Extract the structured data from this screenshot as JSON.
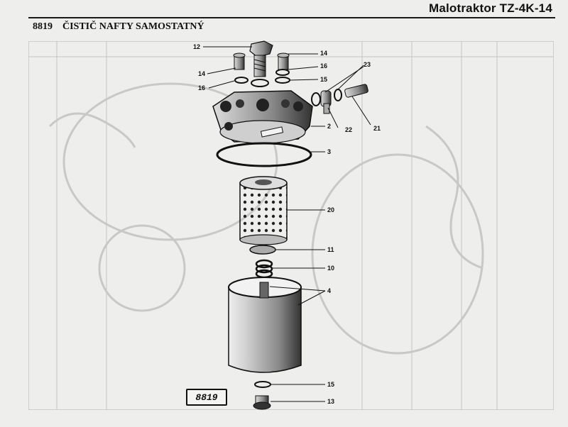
{
  "header": {
    "product": "Malotraktor TZ-4K-14",
    "section_number": "8819",
    "section_title": "ČISTIČ NAFTY SAMOSTATNÝ"
  },
  "figure": {
    "plate_number": "8819",
    "callouts": [
      "12",
      "14",
      "16",
      "14",
      "16",
      "15",
      "23",
      "2",
      "22",
      "21",
      "3",
      "20",
      "11",
      "10",
      "4",
      "15",
      "13"
    ]
  }
}
